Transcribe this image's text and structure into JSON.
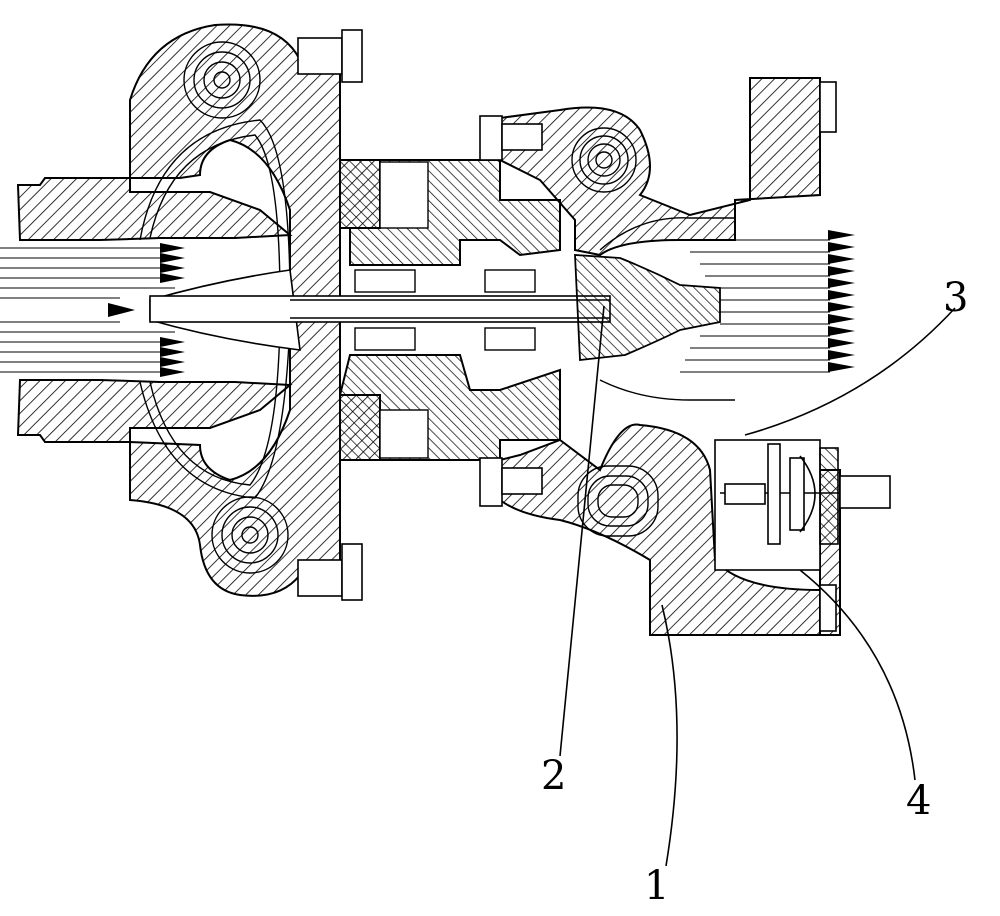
{
  "labels": {
    "part1": "1",
    "part2": "2",
    "part3": "3",
    "part4": "4"
  },
  "colors": {
    "line": "#000000",
    "background": "#ffffff"
  }
}
